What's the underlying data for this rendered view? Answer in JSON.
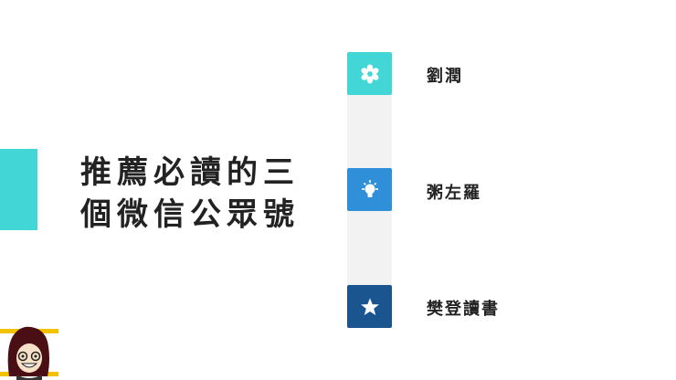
{
  "slide": {
    "title_lines": [
      "推薦必讀的三",
      "個微信公眾號"
    ],
    "accent_color": "#42d7d6"
  },
  "items": [
    {
      "label": "劉潤",
      "icon": "flower-icon",
      "color": "#42d7d6"
    },
    {
      "label": "粥左羅",
      "icon": "lightbulb-icon",
      "color": "#2f8fd8"
    },
    {
      "label": "樊登讀書",
      "icon": "star-icon",
      "color": "#1b558f"
    }
  ]
}
